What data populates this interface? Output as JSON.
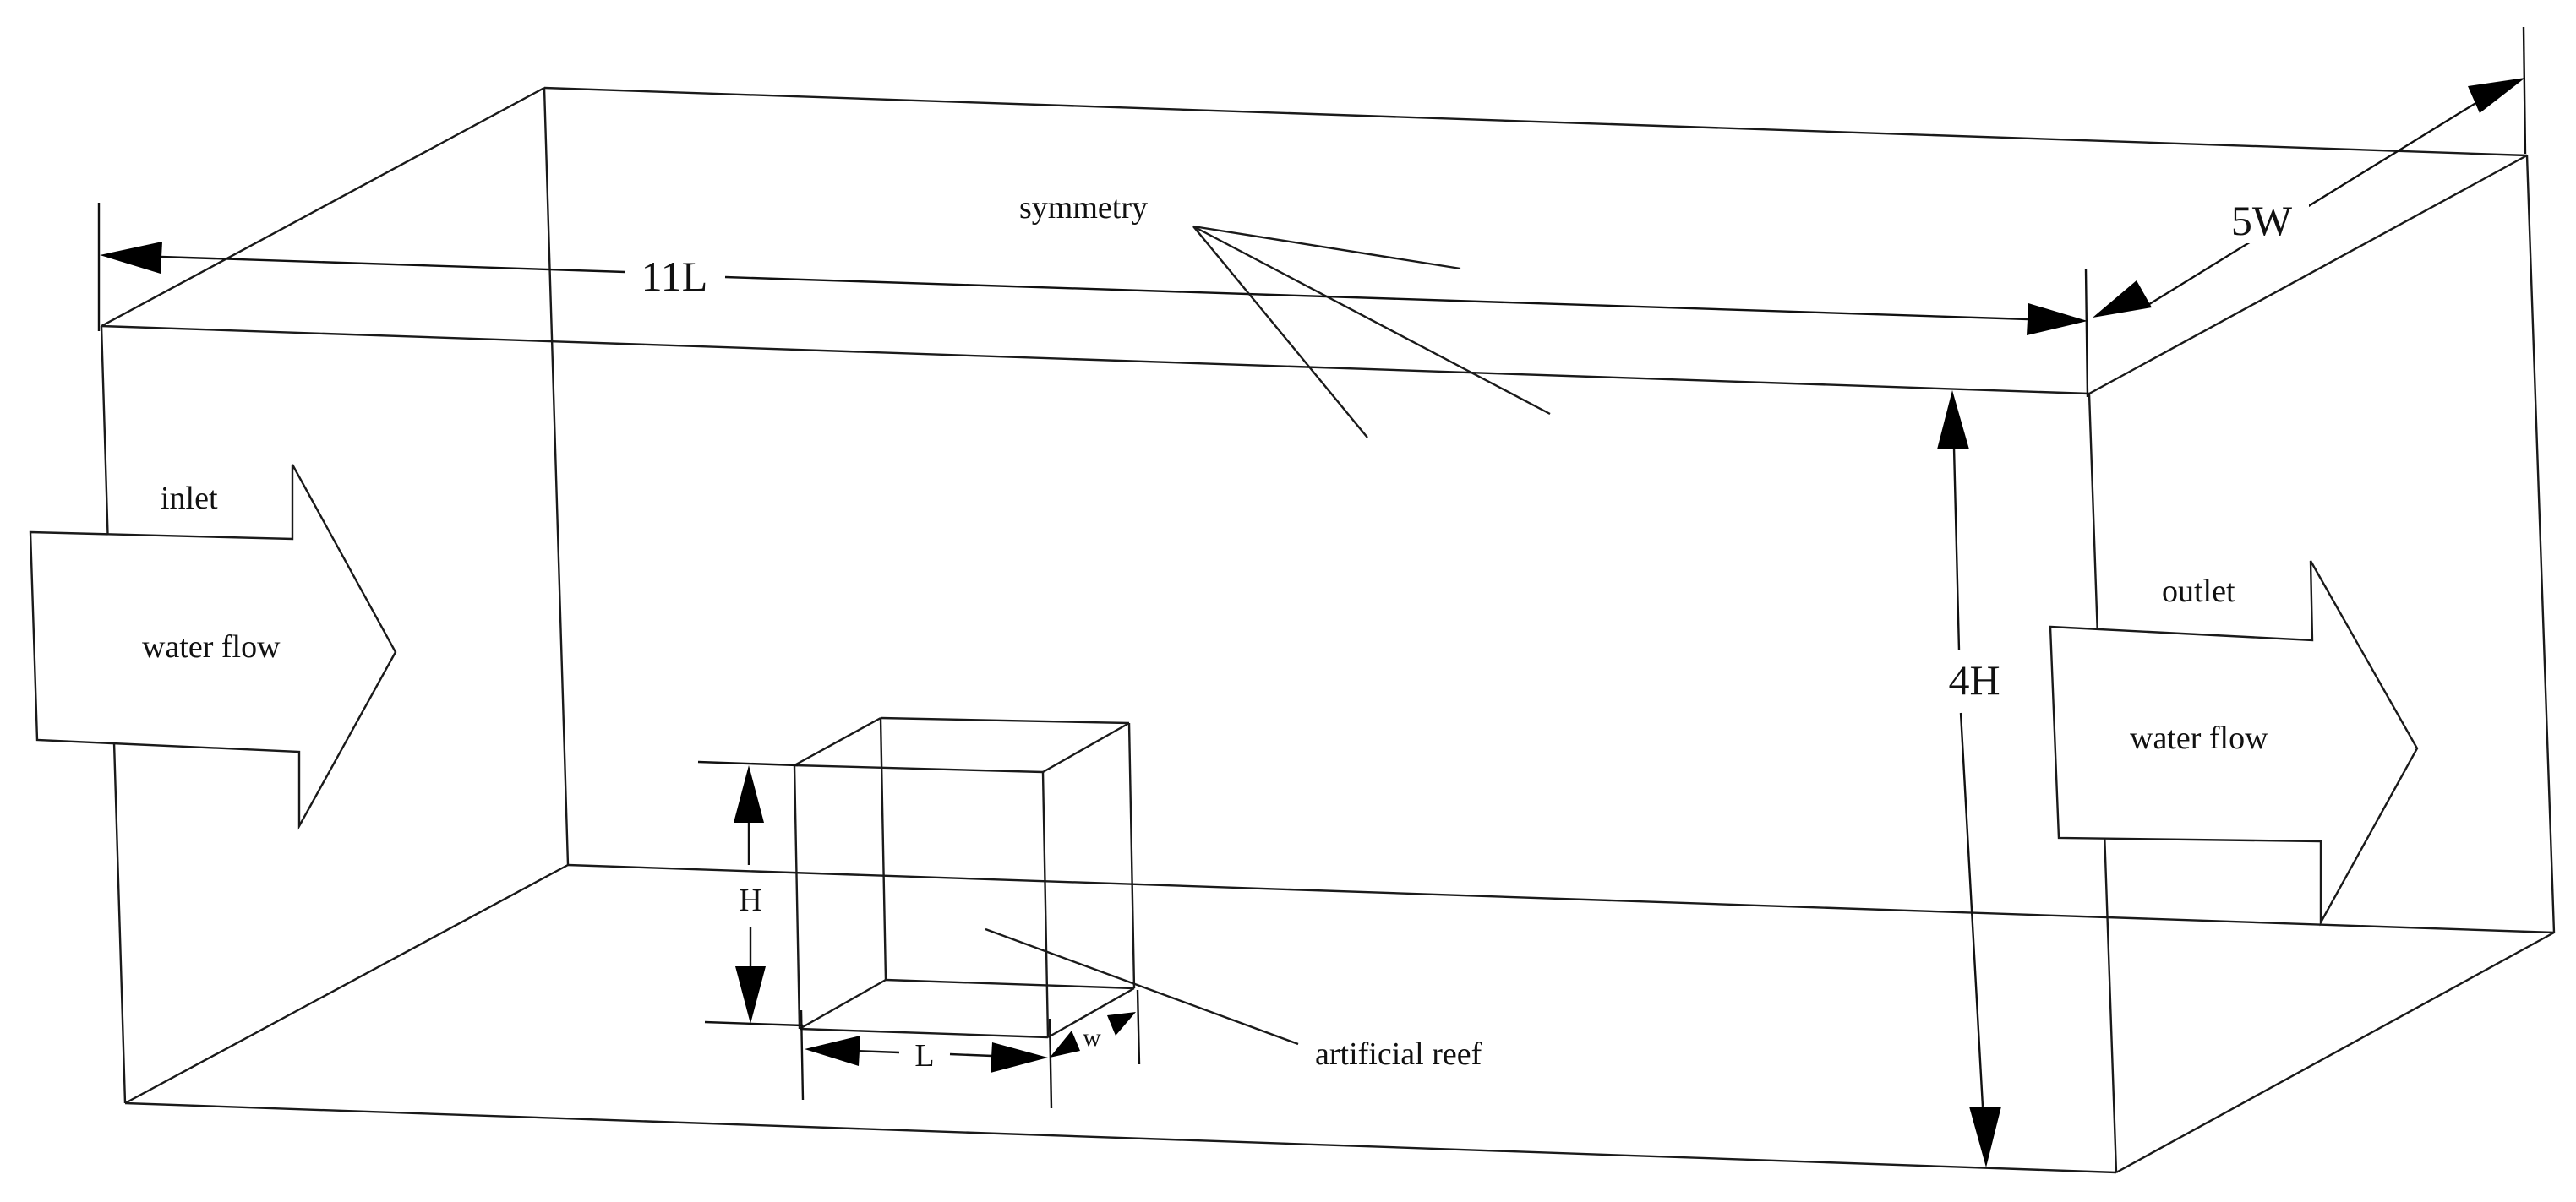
{
  "labels": {
    "length": "11L",
    "width": "5W",
    "height": "4H",
    "symmetry": "symmetry",
    "inlet": "inlet",
    "inlet_flow": "water flow",
    "outlet": "outlet",
    "outlet_flow": "water flow",
    "reef_height": "H",
    "reef_length": "L",
    "reef_width": "w",
    "reef": "artificial reef"
  }
}
